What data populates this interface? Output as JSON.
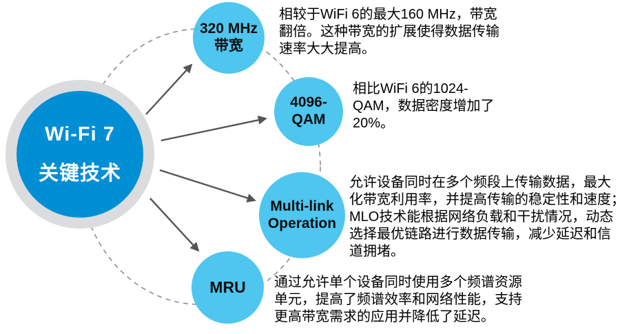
{
  "diagram": {
    "center": {
      "title": "Wi-Fi 7\n关键技术"
    },
    "nodes": [
      {
        "id": "320mhz-bandwidth",
        "label": "320 MHz\n带宽",
        "description": "相较于WiFi 6的最大160 MHz，带宽\n翻倍。这种带宽的扩展使得数据传输\n速率大大提高。"
      },
      {
        "id": "4096-qam",
        "label": "4096-\nQAM",
        "description": "相比WiFi 6的1024-\nQAM，数据密度增加了\n20%。"
      },
      {
        "id": "multi-link-operation",
        "label": "Multi-link\nOperation",
        "description": "允许设备同时在多个频段上传输数据，最大\n化带宽利用率，并提高传输的稳定性和速度；\nMLO技术能根据网络负载和干扰情况，动态\n选择最优链路进行数据传输，减少延迟和信\n道拥堵。"
      },
      {
        "id": "mru",
        "label": "MRU",
        "description": "通过允许单个设备同时使用多个频谱资源\n单元，提高了频谱效率和网络性能，支持\n更高带宽需求的应用并降低了延迟。"
      }
    ],
    "colors": {
      "center_fill": "#008ED4",
      "center_ring": "#DBDCDE",
      "center_text": "#FFFFFF",
      "node_fill": "#4EC6EF",
      "label_text": "#0D0D0D",
      "description_text": "#000000",
      "arrow": "#555555",
      "orbit": "#8C8C8C"
    }
  }
}
